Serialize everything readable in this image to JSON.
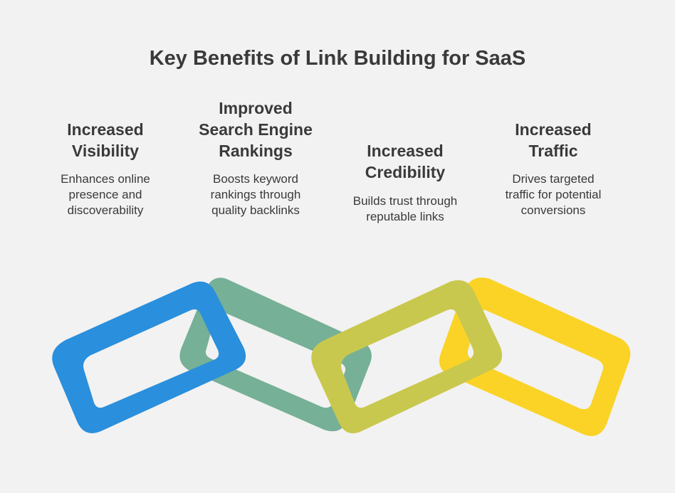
{
  "title": "Key Benefits of Link Building for SaaS",
  "benefits": [
    {
      "heading": "Increased\nVisibility",
      "description": "Enhances online\npresence and\ndiscoverability",
      "color": "#2a8fdc"
    },
    {
      "heading": "Improved\nSearch Engine\nRankings",
      "description": "Boosts keyword\nrankings through\nquality backlinks",
      "color": "#76b096"
    },
    {
      "heading": "Increased\nCredibility",
      "description": "Builds trust through\nreputable links",
      "color": "#c9c84e"
    },
    {
      "heading": "Increased\nTraffic",
      "description": "Drives targeted\ntraffic for potential\nconversions",
      "color": "#fbd327"
    }
  ],
  "colors": {
    "background": "#f2f2f2",
    "text": "#3a3a3a"
  }
}
